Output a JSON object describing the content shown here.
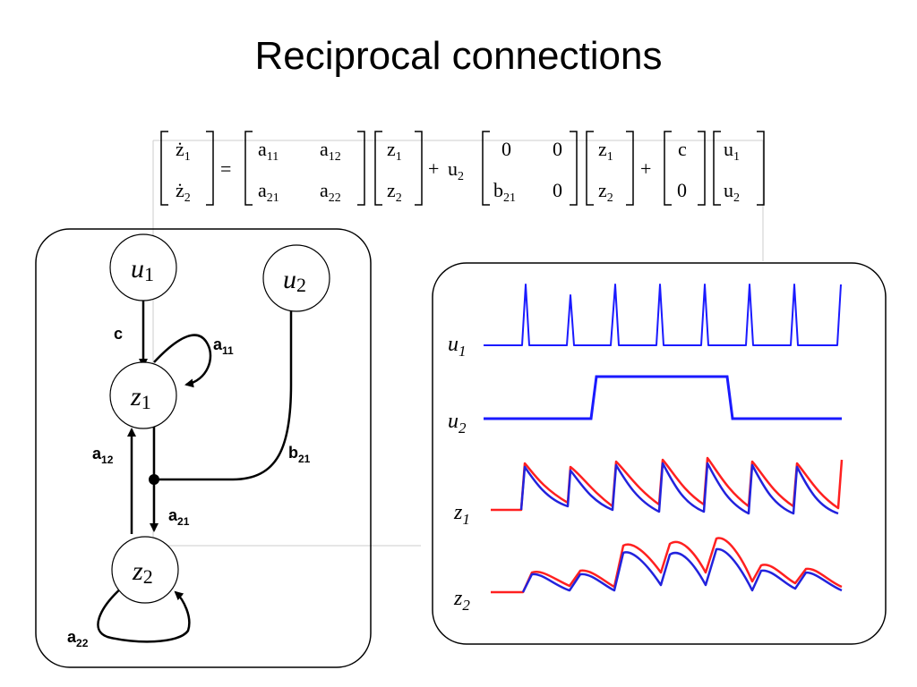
{
  "title": "Reciprocal connections",
  "equation": {
    "lhs": [
      [
        "ż",
        "1"
      ],
      [
        "ż",
        "2"
      ]
    ],
    "equals": "=",
    "A": [
      [
        [
          "a",
          "11"
        ],
        [
          "a",
          "12"
        ]
      ],
      [
        [
          "a",
          "21"
        ],
        [
          "a",
          "22"
        ]
      ]
    ],
    "z": [
      [
        "z",
        "1"
      ],
      [
        "z",
        "2"
      ]
    ],
    "plus": "+",
    "u2": [
      "u",
      "2"
    ],
    "B": [
      [
        "0",
        ""
      ],
      [
        "0",
        ""
      ],
      [
        "b",
        "21"
      ],
      [
        "0",
        ""
      ]
    ],
    "C": [
      "c",
      "0"
    ],
    "u": [
      [
        "u",
        "1"
      ],
      [
        "u",
        "2"
      ]
    ]
  },
  "network": {
    "nodes": {
      "u1": [
        "u",
        "1"
      ],
      "u2": [
        "u",
        "2"
      ],
      "z1": [
        "z",
        "1"
      ],
      "z2": [
        "z",
        "2"
      ]
    },
    "edges": {
      "c": "c",
      "a11": [
        "a",
        "11"
      ],
      "a12": [
        "a",
        "12"
      ],
      "a21": [
        "a",
        "21"
      ],
      "a22": [
        "a",
        "22"
      ],
      "b21": [
        "b",
        "21"
      ]
    }
  },
  "traces": {
    "labels": [
      [
        "u",
        "1"
      ],
      [
        "u",
        "2"
      ],
      [
        "z",
        "1"
      ],
      [
        "z",
        "2"
      ]
    ],
    "colors": {
      "input": "#1a1aff",
      "model_blue": "#2222dd",
      "model_red": "#ff2020"
    },
    "u1_spike_count": 8,
    "u2_on_fraction": [
      0.33,
      0.65
    ]
  }
}
